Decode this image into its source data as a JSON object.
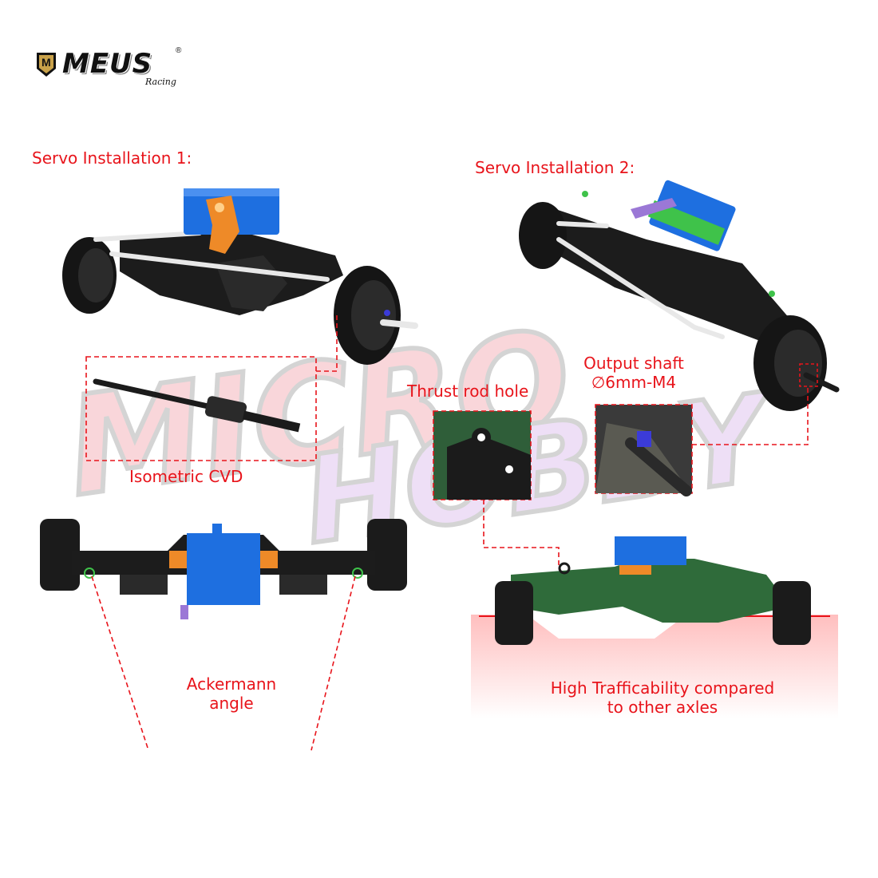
{
  "brand": {
    "logo_text": "MEUS",
    "tagline": "Racing",
    "registered": "®",
    "badge_text": "M"
  },
  "watermark": {
    "line1": "MICRO",
    "line2": "HOBBY"
  },
  "labels": {
    "servo_1": "Servo Installation 1:",
    "servo_2": "Servo Installation 2:",
    "isometric_cvd": "Isometric CVD",
    "thrust_rod_hole": "Thrust rod hole",
    "output_shaft_line1": "Output shaft",
    "output_shaft_line2": "∅6mm-M4",
    "ackermann_line1": "Ackermann",
    "ackermann_line2": "angle",
    "trafficability_line1": "High Trafficability compared",
    "trafficability_line2": "to other axles"
  },
  "colors": {
    "label_red": "#e8141b",
    "axle_black": "#1c1c1c",
    "servo_blue": "#1e6fe0",
    "servo_green": "#3fc24a",
    "bracket_orange": "#ee8a28",
    "horn_purple": "#9b78d6",
    "axle_green": "#2f6b3a"
  },
  "icons": {
    "servo": "servo-motor-icon",
    "axle": "front-axle-icon",
    "cvd": "cvd-shaft-icon"
  }
}
